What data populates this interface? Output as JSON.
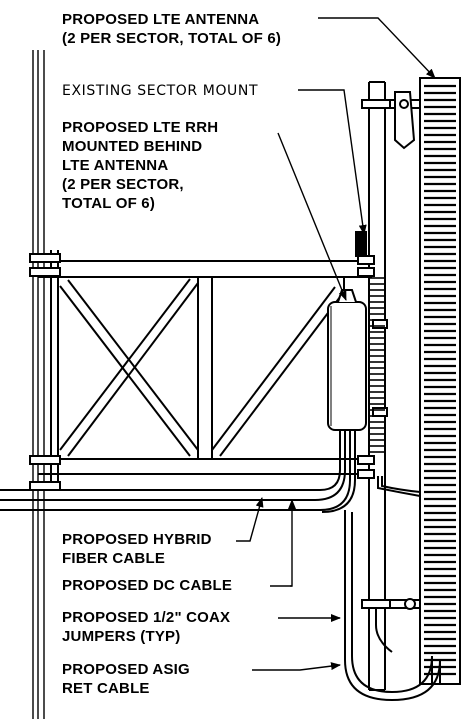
{
  "labels": {
    "lte_antenna": {
      "line1": "PROPOSED LTE ANTENNA",
      "line2": "(2 PER SECTOR, TOTAL OF 6)"
    },
    "sector_mount": "EXISTING SECTOR MOUNT",
    "lte_rrh": {
      "line1": "PROPOSED LTE RRH",
      "line2": "MOUNTED BEHIND",
      "line3": "LTE ANTENNA",
      "line4": "(2 PER SECTOR,",
      "line5": "TOTAL OF 6)"
    },
    "hybrid_fiber": {
      "line1": "PROPOSED HYBRID",
      "line2": "FIBER CABLE"
    },
    "dc_cable": "PROPOSED DC CABLE",
    "coax": {
      "line1": "PROPOSED 1/2\" COAX",
      "line2": "JUMPERS (TYP)"
    },
    "asig": {
      "line1": "PROPOSED ASIG",
      "line2": "RET CABLE"
    }
  },
  "colors": {
    "ink": "#000000",
    "paper": "#ffffff"
  }
}
